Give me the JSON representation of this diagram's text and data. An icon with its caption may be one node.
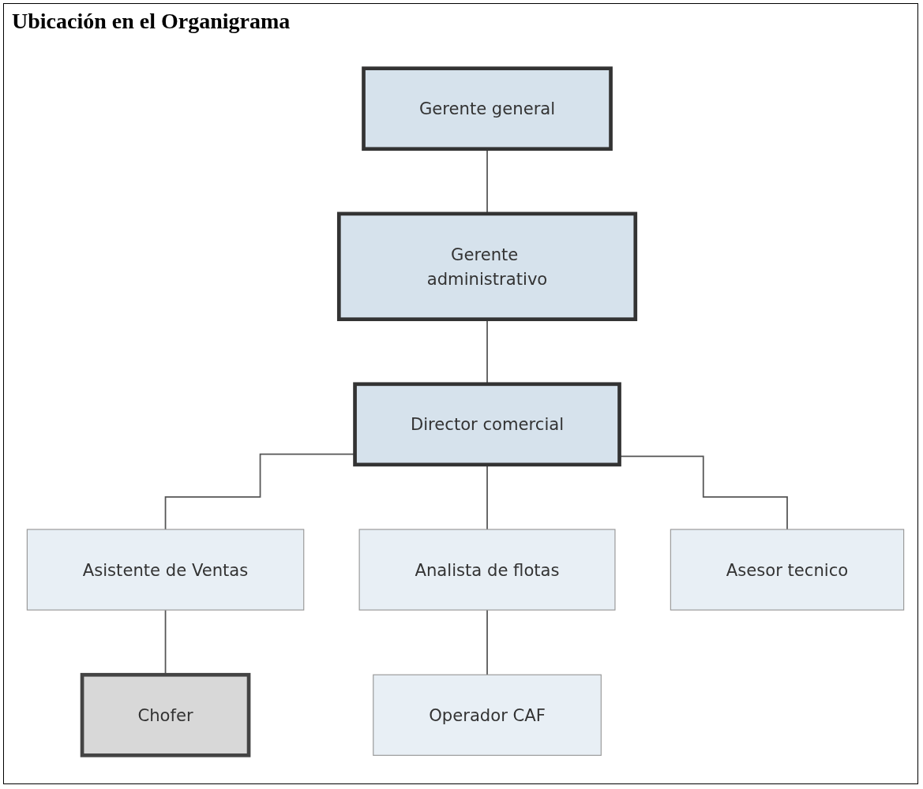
{
  "diagram": {
    "title": "Ubicación en el Organigrama",
    "nodes": [
      {
        "text": [
          "Gerente general"
        ]
      },
      {
        "text": [
          "Gerente administrativo"
        ]
      },
      {
        "text": [
          "Director comercial"
        ]
      },
      {
        "text": [
          "Asistente de Ventas"
        ]
      },
      {
        "text": [
          "Analista de flotas"
        ]
      },
      {
        "text": [
          "Asesor tecnico"
        ]
      },
      {
        "text": [
          "Chofer"
        ]
      },
      {
        "text": [
          "Operador CAF"
        ]
      }
    ],
    "edges": [
      {
        "from": 0,
        "to": 1,
        "arrow": "none"
      },
      {
        "from": 1,
        "to": 2,
        "arrow": "none"
      },
      {
        "from": 2,
        "to": 3,
        "arrow": "none"
      },
      {
        "from": 2,
        "to": 4,
        "arrow": "none"
      },
      {
        "from": 2,
        "to": 5,
        "arrow": "none"
      },
      {
        "from": 3,
        "to": 6,
        "arrow": "none"
      },
      {
        "from": 4,
        "to": 7,
        "arrow": "none"
      }
    ]
  }
}
